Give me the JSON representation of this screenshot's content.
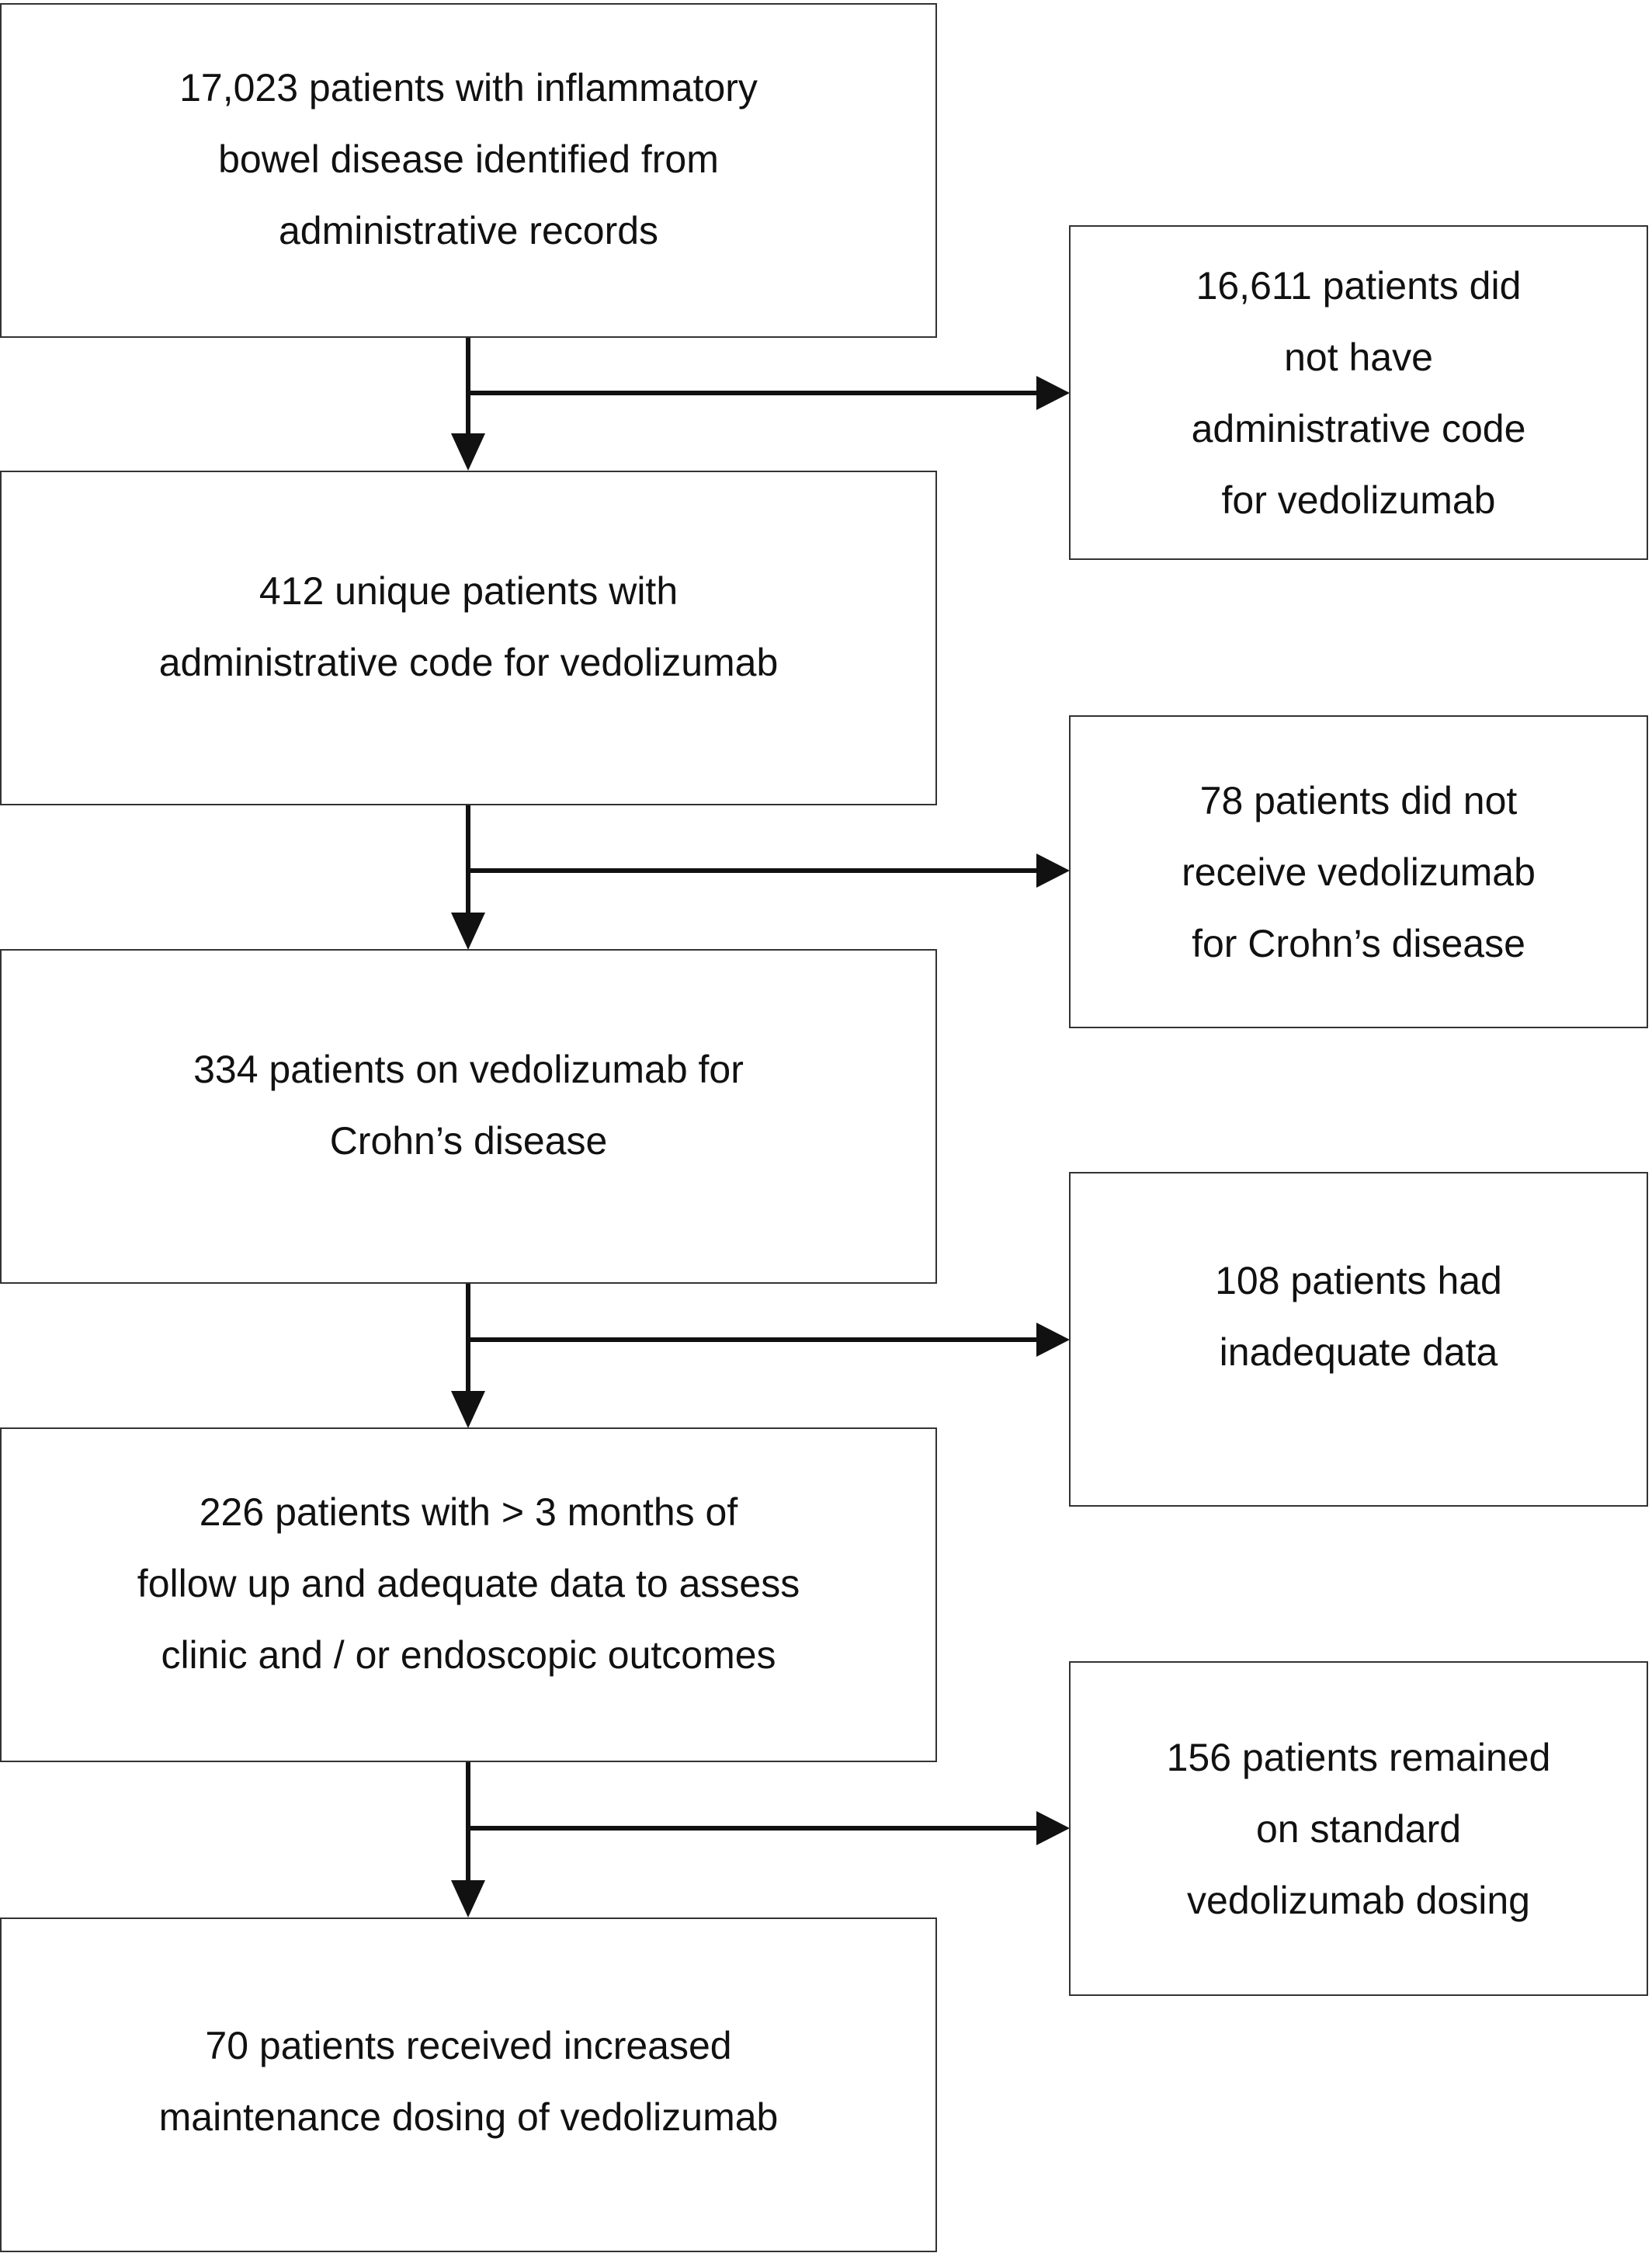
{
  "flowchart": {
    "main": [
      {
        "id": "m1",
        "lines": [
          "17,023 patients with inflammatory",
          "bowel disease identified from",
          "administrative records"
        ]
      },
      {
        "id": "m2",
        "lines": [
          "412 unique patients with",
          "administrative code for vedolizumab"
        ]
      },
      {
        "id": "m3",
        "lines": [
          "334 patients on vedolizumab for",
          "Crohn’s disease"
        ]
      },
      {
        "id": "m4",
        "lines": [
          "226 patients with > 3  months of",
          "follow up and adequate data to assess",
          "clinic and / or endoscopic outcomes"
        ]
      },
      {
        "id": "m5",
        "lines": [
          "70 patients received increased",
          "maintenance dosing of vedolizumab"
        ]
      }
    ],
    "excluded": [
      {
        "id": "e1",
        "lines": [
          "16,611 patients did",
          "not have",
          "administrative code",
          "for vedolizumab"
        ]
      },
      {
        "id": "e2",
        "lines": [
          "78 patients did not",
          "receive vedolizumab",
          "for Crohn’s disease"
        ]
      },
      {
        "id": "e3",
        "lines": [
          "108 patients had",
          "inadequate data"
        ]
      },
      {
        "id": "e4",
        "lines": [
          "156 patients remained",
          "on standard",
          "vedolizumab dosing"
        ]
      }
    ]
  }
}
